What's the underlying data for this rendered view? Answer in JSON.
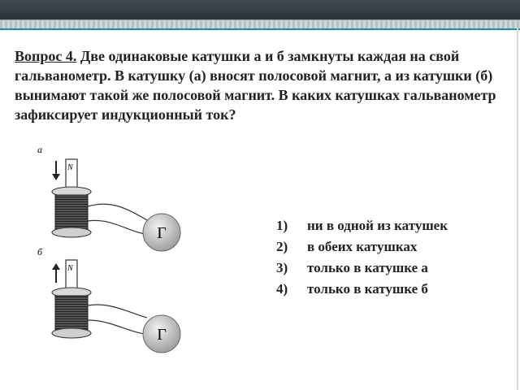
{
  "question": {
    "label": "Вопрос 4.",
    "text": " Две одинаковые катушки а и б замкнуты каждая на свой гальванометр. В катушку (а) вносят полосовой магнит, а из катушки (б) вынимают такой же полосовой магнит. В каких катушках гальванометр зафиксирует индукционный ток?"
  },
  "figure": {
    "coil_a_label": "а",
    "coil_b_label": "б",
    "magnet_pole": "N",
    "galvanometer_label": "Г",
    "arrow_a": "down",
    "arrow_b": "up"
  },
  "answers": [
    {
      "num": "1)",
      "text": "ни в одной из катушек"
    },
    {
      "num": "2)",
      "text": "в обеих катушках"
    },
    {
      "num": "3)",
      "text": "только в катушке а"
    },
    {
      "num": "4)",
      "text": "только в катушке б"
    }
  ]
}
